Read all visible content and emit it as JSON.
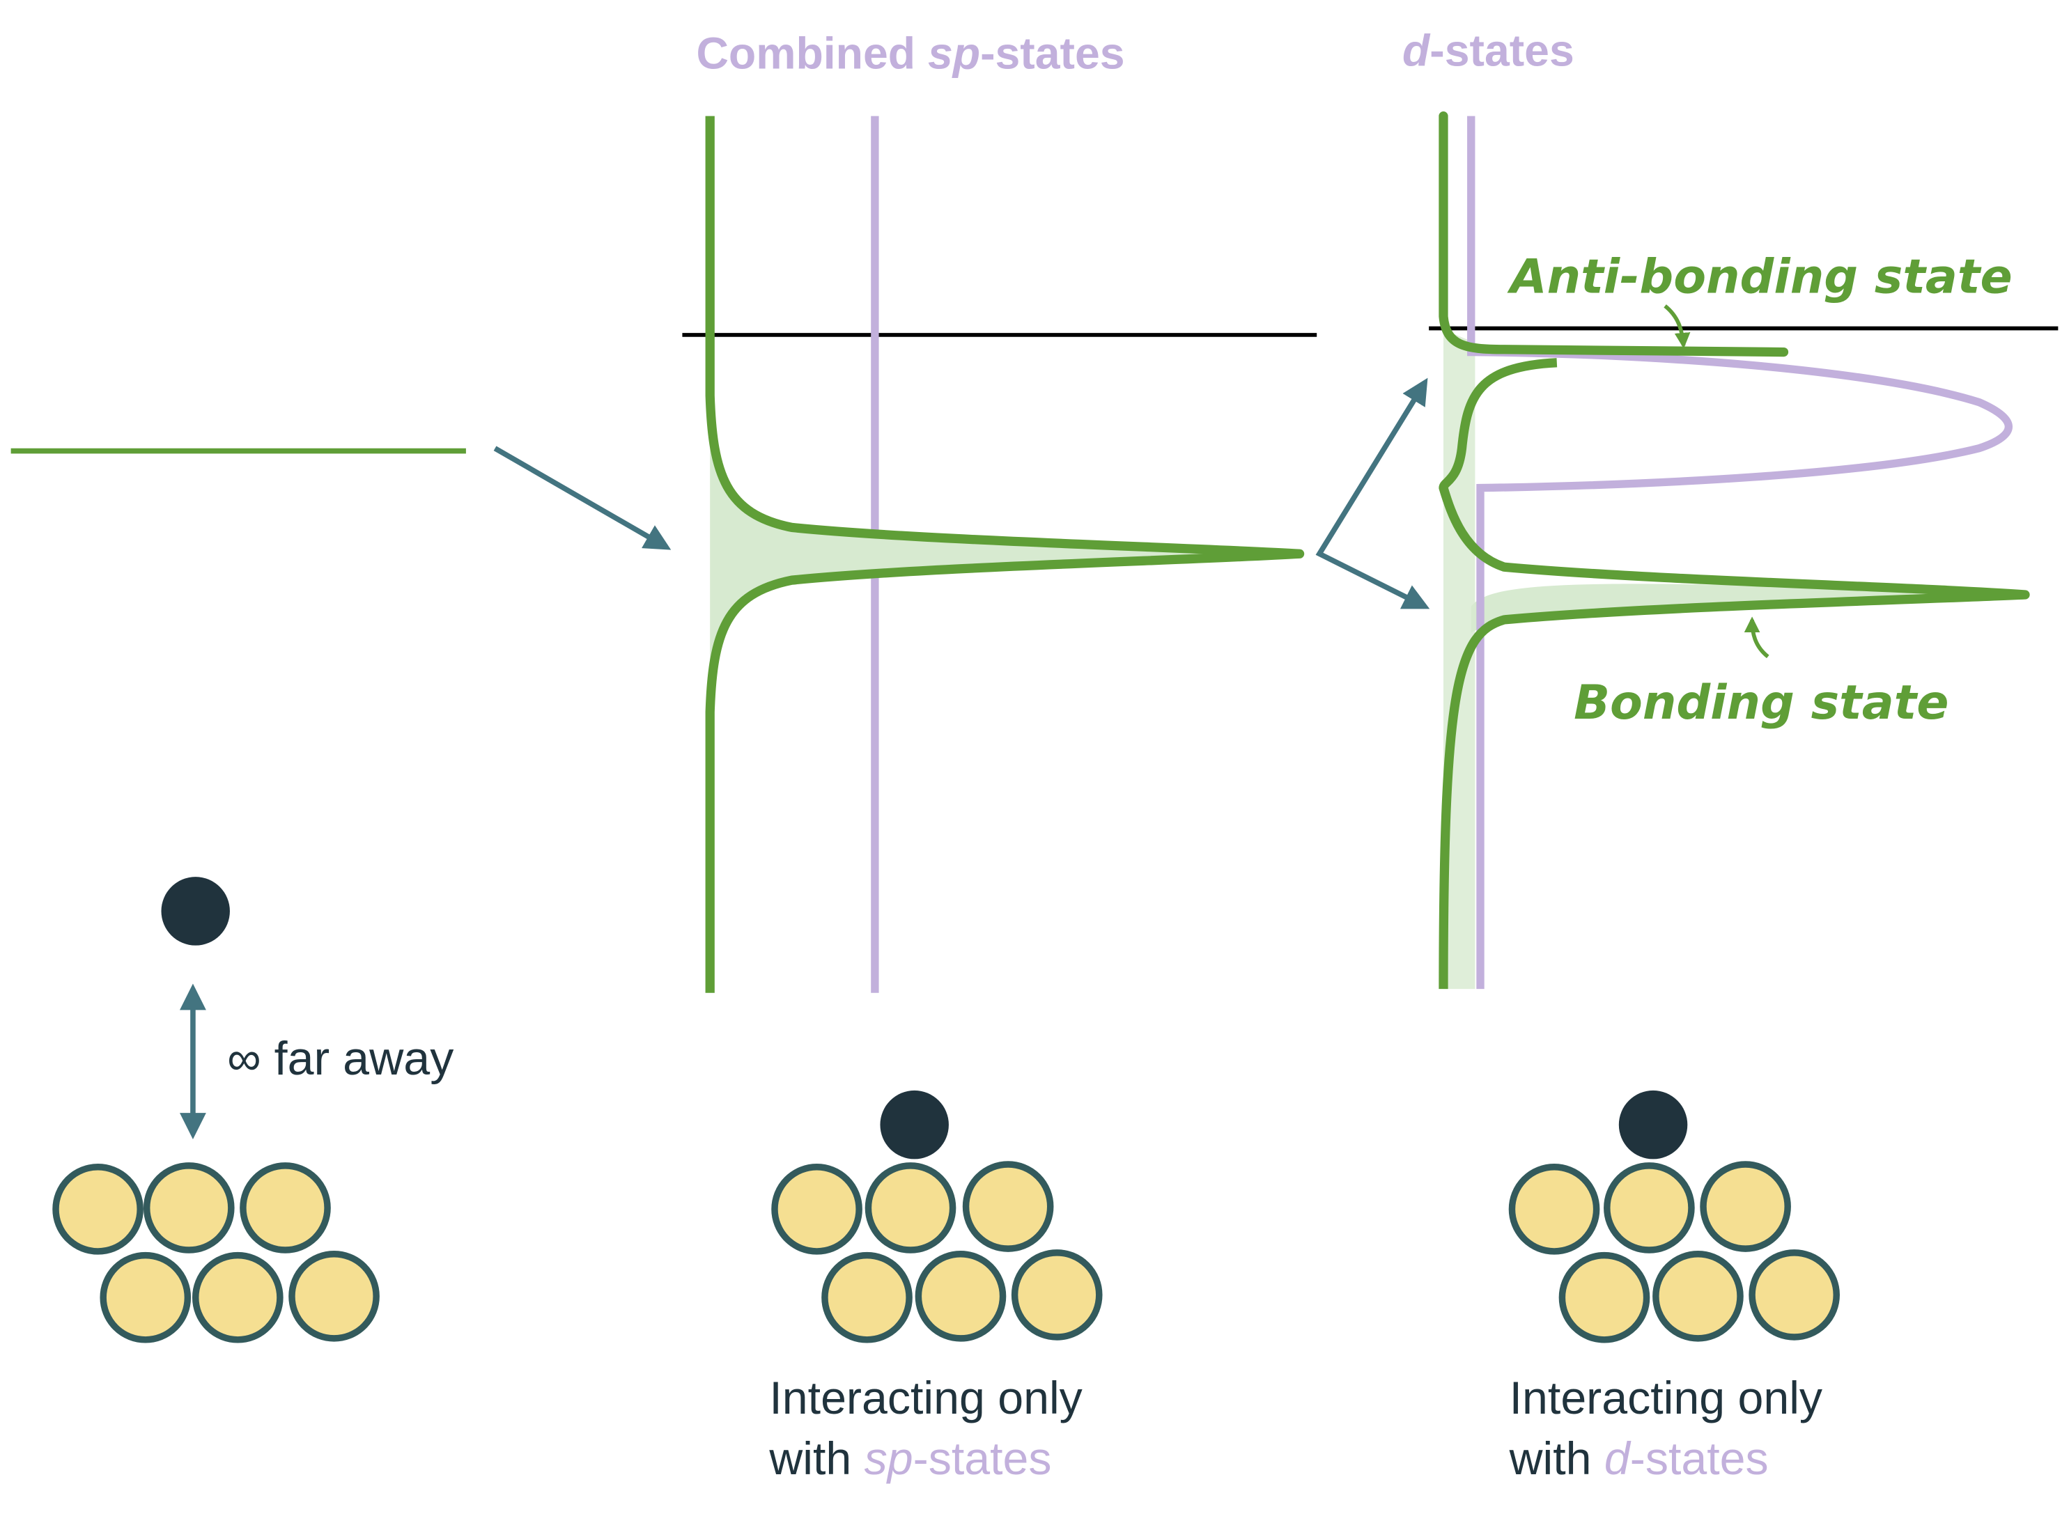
{
  "titles": {
    "sp_prefix": "Combined ",
    "sp_italic": "sp",
    "sp_suffix": "-states",
    "d_italic": "d",
    "d_suffix": "-states"
  },
  "annotations": {
    "anti_bonding": "Anti-bonding state",
    "bonding": "Bonding state",
    "far_away": "∞ far away"
  },
  "captions": {
    "sp_line1": "Interacting only",
    "sp_line2_prefix": "with ",
    "sp_line2_italic": "sp",
    "sp_line2_suffix": "-states",
    "d_line1": "Interacting only",
    "d_line2_prefix": "with ",
    "d_line2_italic": "d",
    "d_line2_suffix": "-states"
  },
  "colors": {
    "green": "#5f9e37",
    "green_fill": "#d7ead0",
    "lavender": "#c2b0dc",
    "teal_arrow": "#437480",
    "adsorbate": "#20333d",
    "metal_fill": "#f5df92",
    "metal_stroke": "#335a5c",
    "text_dark": "#20333d",
    "fermi": "#000000"
  }
}
